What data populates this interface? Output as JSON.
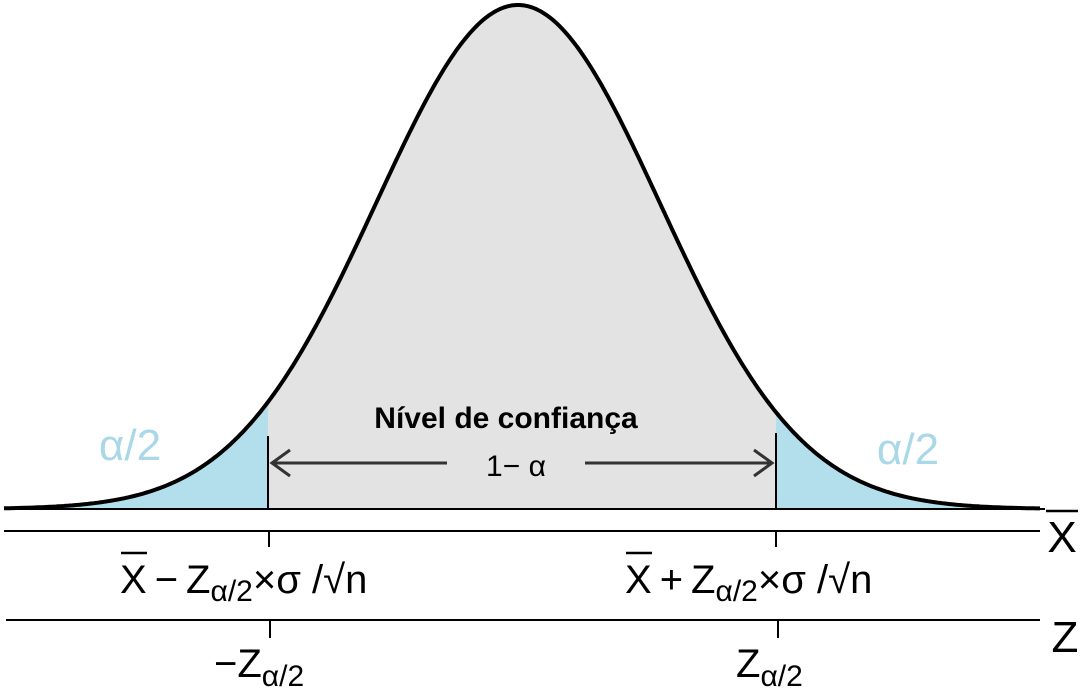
{
  "colors": {
    "body_fill": "#e3e3e3",
    "tail_fill": "#b3dfed",
    "tail_label": "#a9d8e8",
    "curve": "#000000",
    "arrow": "#333333"
  },
  "labels": {
    "confidence_title": "Nível de confiança",
    "confidence_value": "1− α",
    "tail_left": "α/2",
    "tail_right": "α/2"
  },
  "axes": {
    "xbar_axis": {
      "name": "X",
      "left_bound": {
        "base": "X",
        "op": "−",
        "z": "Z",
        "sub": "α/2",
        "tail": "×σ /",
        "root": "√n"
      },
      "right_bound": {
        "base": "X",
        "op": "+",
        "z": "Z",
        "sub": "α/2",
        "tail": "×σ /",
        "root": "√n"
      }
    },
    "z_axis": {
      "name": "Z",
      "left_tick": {
        "z": "−Z",
        "sub": "α/2"
      },
      "right_tick": {
        "z": "Z",
        "sub": "α/2"
      }
    }
  }
}
